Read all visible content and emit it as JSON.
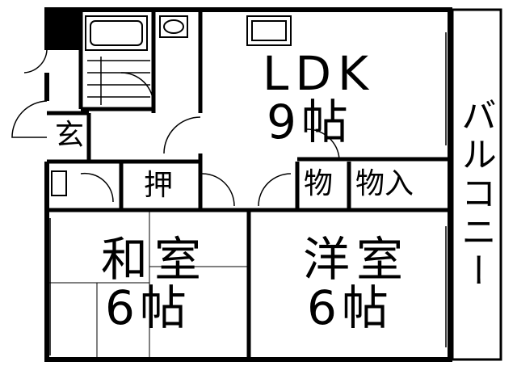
{
  "rooms": {
    "ldk": {
      "name": "LDK",
      "size": "9帖"
    },
    "washitsu": {
      "name": "和室",
      "size": "6帖"
    },
    "youshitsu": {
      "name": "洋室",
      "size": "6帖"
    },
    "genkan": {
      "name": "玄"
    },
    "oshiire": {
      "name": "押"
    },
    "mono": {
      "name": "物"
    },
    "monoire": {
      "name": "物入"
    },
    "balcony": {
      "name": "バルコニー"
    }
  }
}
